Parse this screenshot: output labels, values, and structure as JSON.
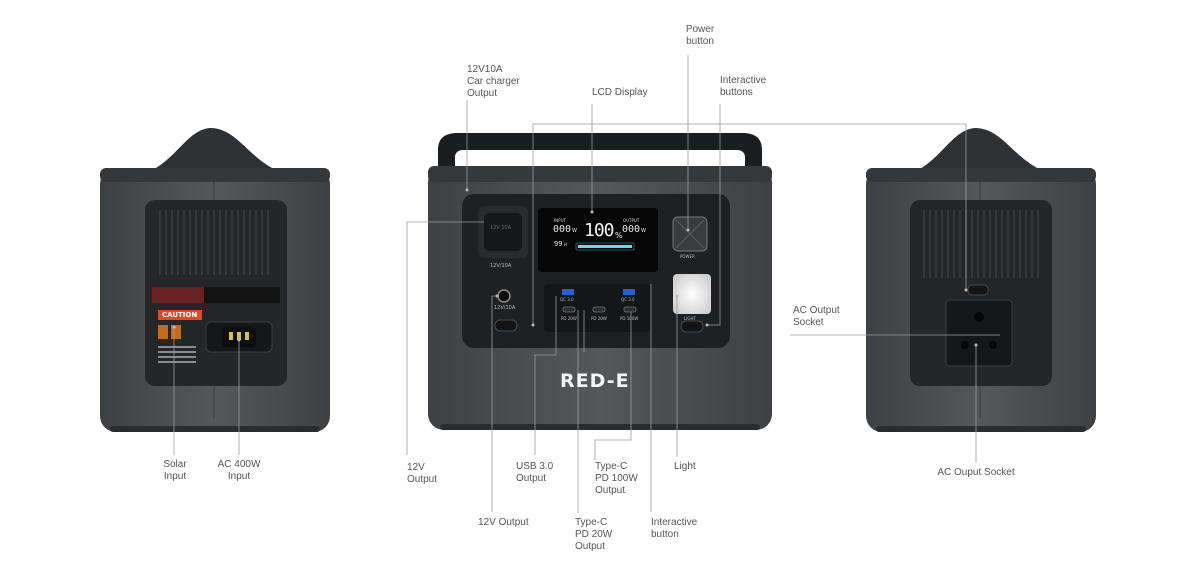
{
  "colors": {
    "body": "#4a4c4f",
    "body_dark": "#2e3033",
    "panel": "#1f2022",
    "leader": "#9a9a9a",
    "label": "#555555",
    "caution": "#e0482b",
    "logo_red": "#d8231f",
    "lcd_cyan": "#6fd8e8"
  },
  "callouts": {
    "car_charger": "12V10A\nCar charger\nOutput",
    "lcd_display": "LCD Display",
    "power_button": "Power\nbutton",
    "interactive_buttons": "Interactive\nbuttons",
    "ac_output_socket": "AC Output\nSocket",
    "solar_input": "Solar\nInput",
    "ac_400w_input": "AC 400W\nInput",
    "out_12v": "12V\nOutput",
    "out_12v_bottom": "12V Output",
    "usb_30": "USB 3.0\nOutput",
    "type_c_100w": "Type-C\nPD 100W\nOutput",
    "type_c_20w": "Type-C\nPD 20W\nOutput",
    "light": "Light",
    "interactive_button": "Interactive\nbutton",
    "ac_ouput_socket": "AC Ouput Socket"
  },
  "device": {
    "logo": "RED-E",
    "caution": "CAUTION",
    "panel_labels": {
      "dc_12v_10a": "12V 10A",
      "dc_12v_ports": "12V/10A",
      "qc_left": "QC 3.0",
      "qc_right": "QC 3.0",
      "pd_20w_left": "PD 20W",
      "pd_20w_right": "PD 20W",
      "pd_100w": "PD 100W",
      "power": "POWER",
      "light": "LIGHT"
    },
    "lcd": {
      "input_label": "INPUT",
      "input_value": "000",
      "input_unit": "W",
      "output_label": "OUTPUT",
      "output_value": "000",
      "output_unit": "W",
      "battery": "100",
      "battery_unit": "%",
      "time": "99",
      "time_unit": "H"
    }
  }
}
